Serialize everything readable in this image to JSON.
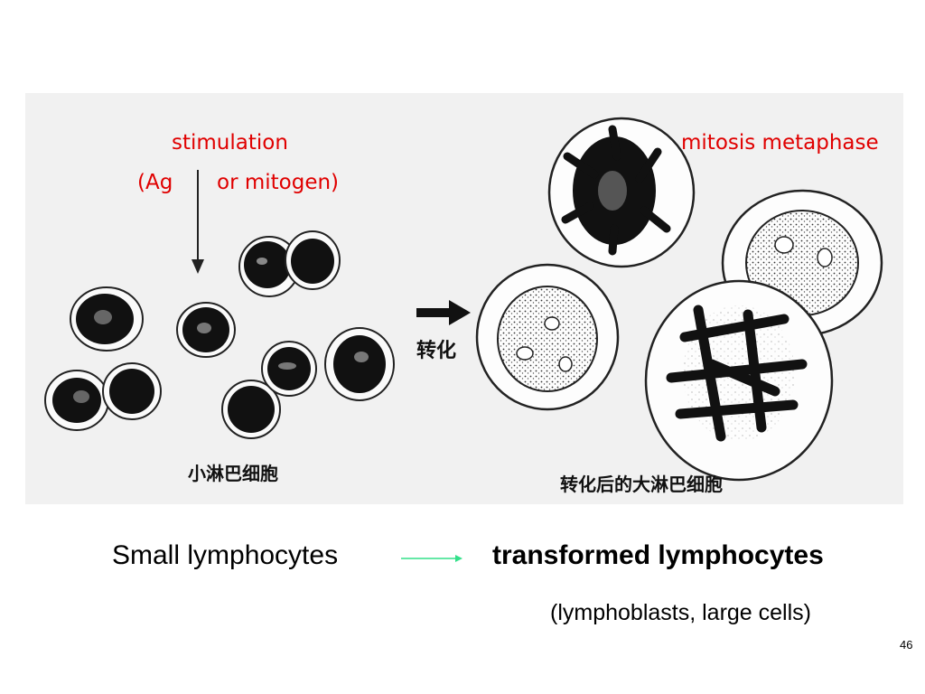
{
  "figure": {
    "stimulation": "stimulation",
    "ag": "(Ag",
    "mitogen": "or mitogen)",
    "mitosis_label": "mitosis metaphase",
    "small_cn": "小淋巴细胞",
    "transform_cn": "转化",
    "large_cn": "转化后的大淋巴细胞"
  },
  "caption": {
    "left": "Small lymphocytes",
    "right": "transformed lymphocytes",
    "sub": "(lymphoblasts, large cells)",
    "arrow_color": "#33e08a"
  },
  "page_number": "46"
}
